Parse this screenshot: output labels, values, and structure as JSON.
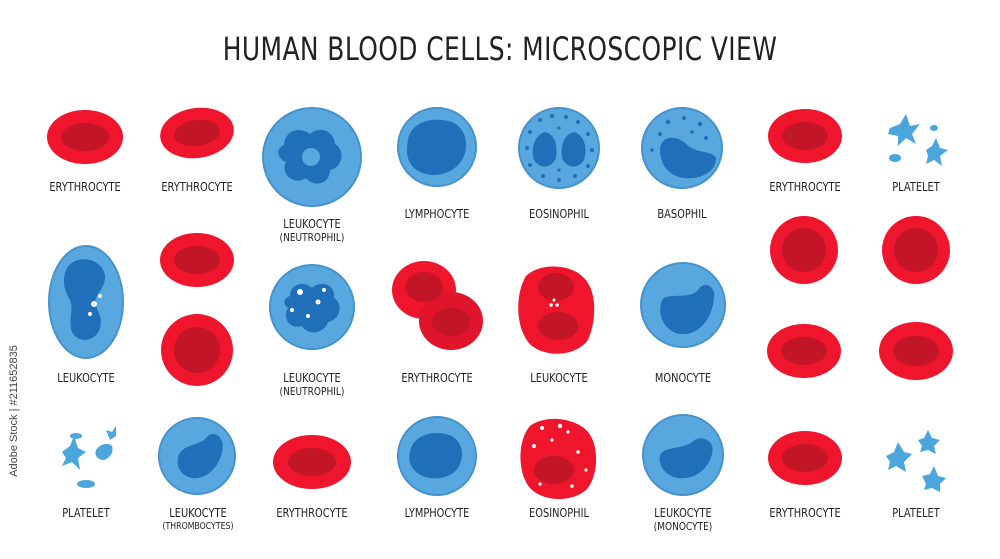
{
  "title": "HUMAN BLOOD CELLS: MICROSCOPIC VIEW",
  "stock_watermark": "Adobe Stock | #211652835",
  "colors": {
    "rbc": "#e8142a",
    "rbc_center": "#b71424",
    "wbc": "#57a6dd",
    "nucleus": "#1f73be",
    "platelet": "#4aa6dd"
  },
  "labels": [
    {
      "id": "erythrocyte-1",
      "text": "ERYTHROCYTE",
      "sub": ""
    },
    {
      "id": "erythrocyte-2",
      "text": "ERYTHROCYTE",
      "sub": ""
    },
    {
      "id": "leukocyte-neutrophil-1",
      "text": "LEUKOCYTE",
      "sub": "(NEUTROPHIL)"
    },
    {
      "id": "lymphocyte-1",
      "text": "LYMPHOCYTE",
      "sub": ""
    },
    {
      "id": "eosinophil-1",
      "text": "EOSINOPHIL",
      "sub": ""
    },
    {
      "id": "basophil",
      "text": "BASOPHIL",
      "sub": ""
    },
    {
      "id": "erythrocyte-3",
      "text": "ERYTHROCYTE",
      "sub": ""
    },
    {
      "id": "platelet-1",
      "text": "PLATELET",
      "sub": ""
    },
    {
      "id": "leukocyte",
      "text": "LEUKOCYTE",
      "sub": ""
    },
    {
      "id": "leukocyte-neutrophil-2",
      "text": "LEUKOCYTE",
      "sub": "(NEUTROPHIL)"
    },
    {
      "id": "erythrocyte-4",
      "text": "ERYTHROCYTE",
      "sub": ""
    },
    {
      "id": "leukocyte-2",
      "text": "LEUKOCYTE",
      "sub": ""
    },
    {
      "id": "monocyte",
      "text": "MONOCYTE",
      "sub": ""
    },
    {
      "id": "platelet-2",
      "text": "PLATELET",
      "sub": ""
    },
    {
      "id": "leukocyte-thrombocytes",
      "text": "LEUKOCYTE",
      "sub": "(THROMBOCYTES)"
    },
    {
      "id": "erythrocyte-5",
      "text": "ERYTHROCYTE",
      "sub": ""
    },
    {
      "id": "lymphocyte-2",
      "text": "LYMPHOCYTE",
      "sub": ""
    },
    {
      "id": "eosinophil-2",
      "text": "EOSINOPHIL",
      "sub": ""
    },
    {
      "id": "leukocyte-monocyte",
      "text": "LEUKOCYTE",
      "sub": "(MONOCYTE)"
    },
    {
      "id": "erythrocyte-6",
      "text": "ERYTHROCYTE",
      "sub": ""
    },
    {
      "id": "platelet-3",
      "text": "PLATELET",
      "sub": ""
    }
  ]
}
